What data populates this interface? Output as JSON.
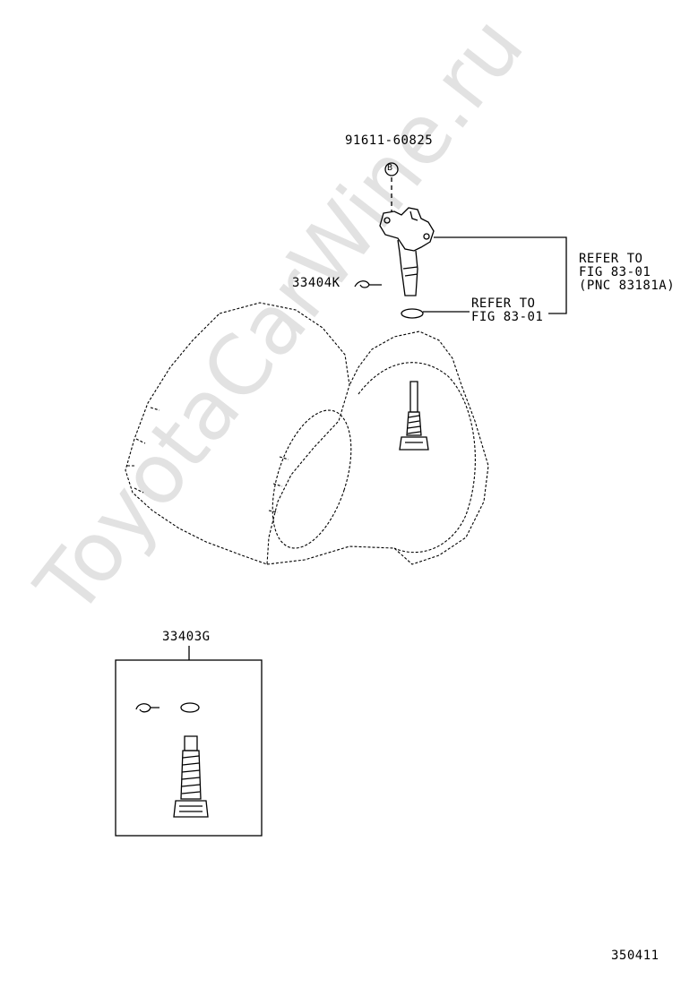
{
  "watermark": "ToyotaCarWine.ru",
  "parts": {
    "bolt_number": "91611-60825",
    "bolt_symbol": "B",
    "clip_number": "33404K",
    "kit_number": "33403G"
  },
  "references": {
    "sensor_ref_line1": "REFER TO",
    "sensor_ref_line2": "FIG 83-01",
    "sensor_ref_line3": "(PNC 83181A)",
    "oring_ref_line1": "REFER TO",
    "oring_ref_line2": "FIG 83-01"
  },
  "figure_id": "350411",
  "colors": {
    "line": "#000000",
    "background": "#ffffff",
    "watermark": "#dcdcdc"
  }
}
